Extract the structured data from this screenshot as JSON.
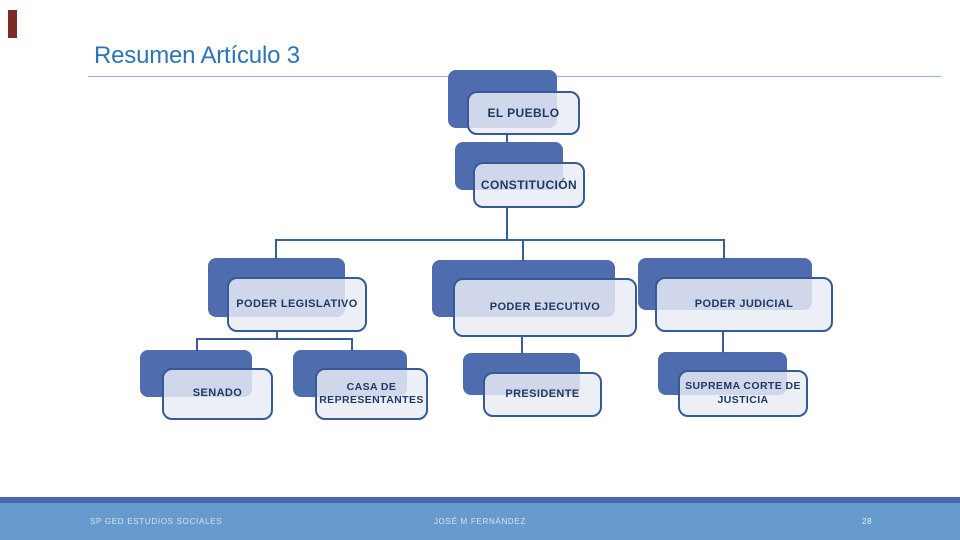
{
  "slide": {
    "title": "Resumen Artículo 3",
    "footer": {
      "left": "SP GED ESTUDIOS SOCIALES",
      "center": "JOSÉ M FERNÁNDEZ",
      "page_number": "28"
    }
  },
  "org_chart": {
    "type": "org-hierarchy",
    "nodes": {
      "el_pueblo": {
        "label": "EL PUEBLO"
      },
      "constitucion": {
        "label": "CONSTITUCIÓN"
      },
      "poder_legislativo": {
        "label": "PODER LEGISLATIVO"
      },
      "poder_ejecutivo": {
        "label": "PODER EJECUTIVO"
      },
      "poder_judicial": {
        "label": "PODER JUDICIAL"
      },
      "senado": {
        "label": "SENADO"
      },
      "casa_de_representantes": {
        "label": "CASA DE REPRESENTANTES"
      },
      "presidente": {
        "label": "PRESIDENTE"
      },
      "suprema_corte": {
        "label": "SUPREMA CORTE DE JUSTICIA"
      }
    },
    "edges": [
      [
        "EL PUEBLO",
        "CONSTITUCIÓN"
      ],
      [
        "CONSTITUCIÓN",
        "PODER LEGISLATIVO"
      ],
      [
        "CONSTITUCIÓN",
        "PODER EJECUTIVO"
      ],
      [
        "CONSTITUCIÓN",
        "PODER JUDICIAL"
      ],
      [
        "PODER LEGISLATIVO",
        "SENADO"
      ],
      [
        "PODER LEGISLATIVO",
        "CASA DE REPRESENTANTES"
      ],
      [
        "PODER EJECUTIVO",
        "PRESIDENTE"
      ],
      [
        "PODER JUDICIAL",
        "SUPREMA CORTE DE JUSTICIA"
      ]
    ]
  },
  "colors": {
    "title_text": "#2e74b5",
    "title_underline": "#8fb4e0",
    "node_shadow_block": "#4e6cae",
    "node_box_border": "#365a96",
    "node_box_fill": "#e9ecf6",
    "node_text": "#1f3864",
    "connector": "#3c5c98",
    "footer_stripe": "#4a69ac",
    "footer_band": "#689bcd",
    "footer_text": "#d2e2f1",
    "accent_bar": "#7a2b23"
  }
}
